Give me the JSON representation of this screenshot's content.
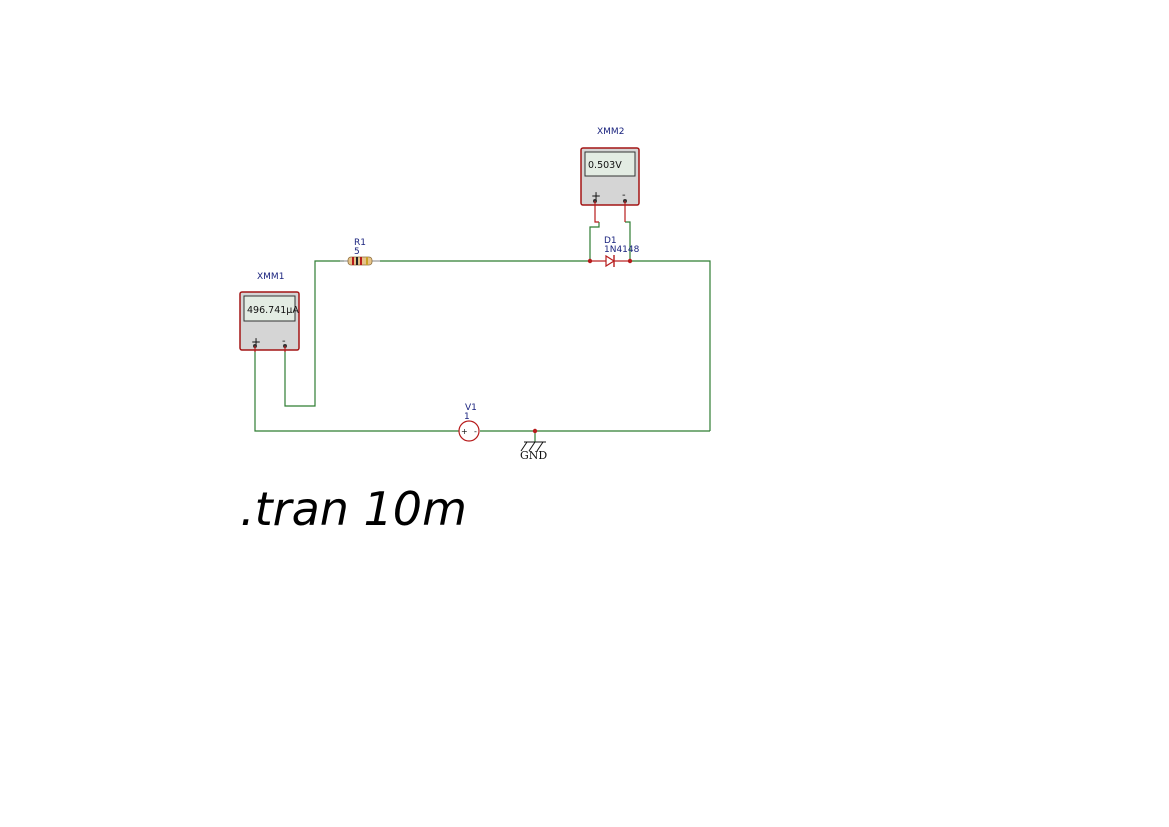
{
  "schematic": {
    "multimeter_current": {
      "ref": "XMM1",
      "reading": "496.741µA",
      "plus_symbol": "+",
      "minus_symbol": "-"
    },
    "multimeter_voltage": {
      "ref": "XMM2",
      "reading": "0.503V",
      "plus_symbol": "+",
      "minus_symbol": "-"
    },
    "resistor": {
      "ref": "R1",
      "value": "5"
    },
    "diode": {
      "ref": "D1",
      "model": "1N4148"
    },
    "source": {
      "ref": "V1",
      "value": "1",
      "plus_symbol": "+",
      "minus_symbol": "-"
    },
    "ground": {
      "label": "GND"
    },
    "simulation_command": ".tran 10m"
  },
  "colors": {
    "wire": "#2e7d32",
    "lead": "#b71c1c",
    "label": "#1a237e",
    "meter_body": "#d5d5d5",
    "meter_display": "#e3ece3"
  }
}
